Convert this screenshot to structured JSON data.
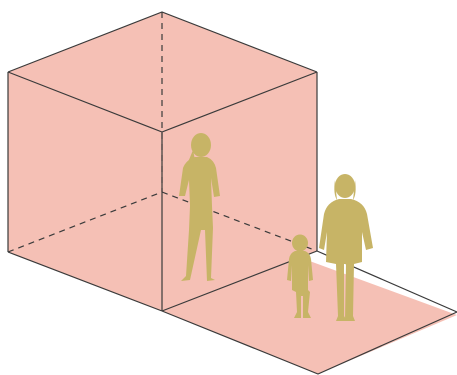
{
  "colors": {
    "background": "#ffffff",
    "cube_fill": "#f5c0b5",
    "floor_fill": "#f5c0b5",
    "edge": "#3a3a3a",
    "figure": "#c7b466"
  },
  "figures": [
    {
      "name": "adult-woman-silhouette-inside"
    },
    {
      "name": "child-silhouette"
    },
    {
      "name": "adult-woman-silhouette-outside"
    }
  ]
}
